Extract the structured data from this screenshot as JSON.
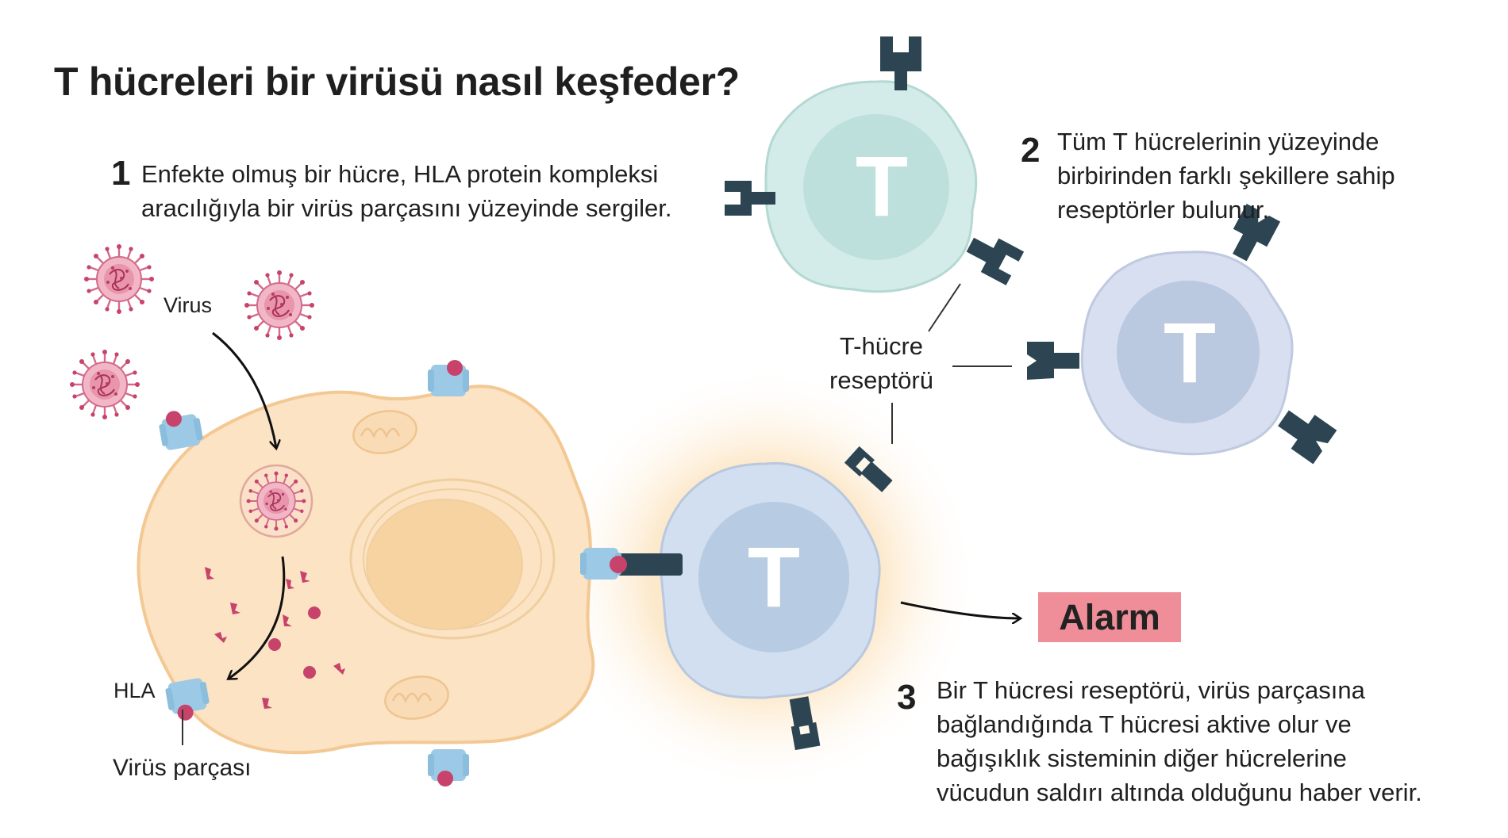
{
  "title": "T hücreleri bir virüsü nasıl keşfeder?",
  "steps": [
    {
      "number": "1",
      "lines": [
        "Enfekte olmuş bir hücre, HLA protein kompleksi",
        "aracılığıyla bir virüs parçasını yüzeyinde sergiler."
      ]
    },
    {
      "number": "2",
      "lines": [
        "Tüm T hücrelerinin yüzeyinde",
        "birbirinden farklı şekillere sahip",
        "reseptörler bulunur."
      ]
    },
    {
      "number": "3",
      "lines": [
        "Bir T hücresi reseptörü, virüs parçasına",
        "bağlandığında T hücresi aktive olur ve",
        "bağışıklık sisteminin diğer hücrelerine",
        "vücudun saldırı altında olduğunu haber verir."
      ]
    }
  ],
  "labels": {
    "virus": "Virus",
    "hla": "HLA",
    "virus_fragment": "Virüs parçası",
    "receptor_line1": "T-hücre",
    "receptor_line2": "reseptörü",
    "t_cell_letter": "T",
    "alarm": "Alarm"
  },
  "colors": {
    "infected_cell": "#fbe3c4",
    "infected_cell_outline": "#f3c893",
    "tcell_green": "#d3ece9",
    "tcell_purple": "#d7dff0",
    "tcell_active": "#d2dff0",
    "receptor": "#2d4552",
    "hla": "#9cc9e6",
    "virus_fragment": "#c7436b",
    "virus": "#e9a0b4",
    "alarm_box": "#ef8e98",
    "glow": "#f8c98a"
  }
}
